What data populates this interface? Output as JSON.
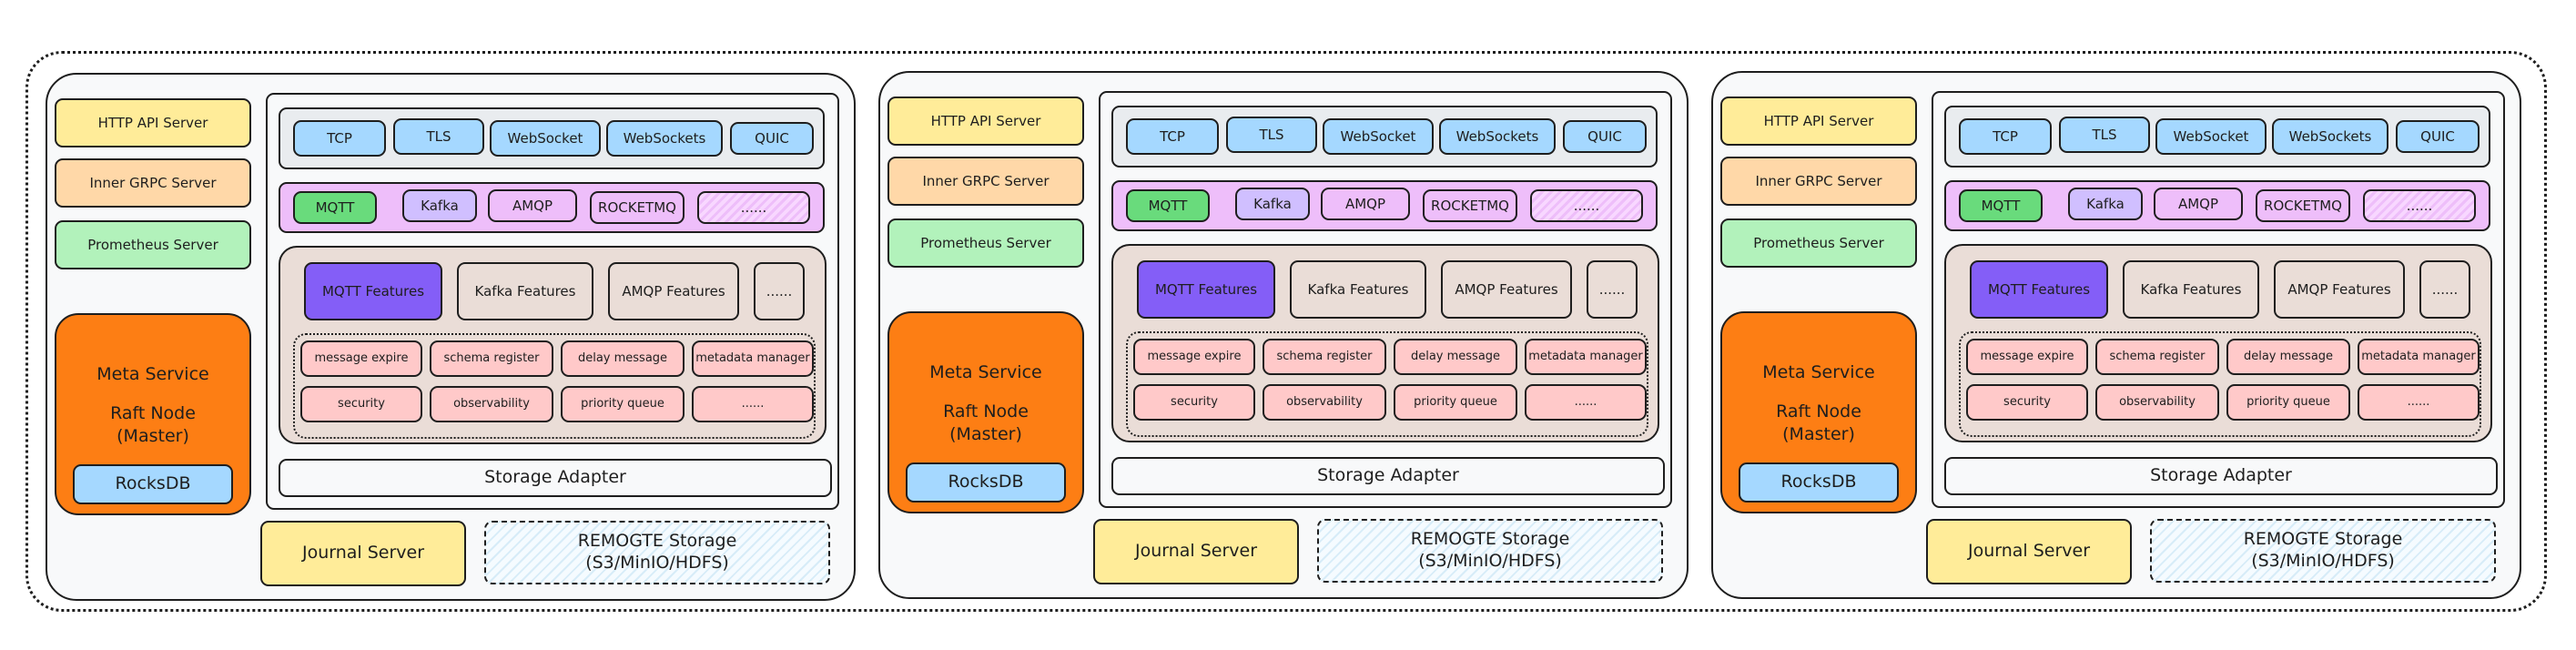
{
  "node": {
    "servers": {
      "http": "HTTP API Server",
      "grpc": "Inner GRPC Server",
      "prometheus": "Prometheus Server"
    },
    "meta": {
      "title": "Meta Service",
      "raft_line1": "Raft Node",
      "raft_line2": "(Master)",
      "rocksdb": "RocksDB"
    },
    "network": [
      "TCP",
      "TLS",
      "WebSocket",
      "WebSockets",
      "QUIC"
    ],
    "protocols": [
      "MQTT",
      "Kafka",
      "AMQP",
      "ROCKETMQ",
      "......"
    ],
    "features": [
      "MQTT Features",
      "Kafka  Features",
      "AMQP Features",
      "......"
    ],
    "capabilities": [
      "message expire",
      "schema register",
      "delay message",
      "metadata manager",
      "security",
      "observability",
      "priority queue",
      "......"
    ],
    "storage_adapter": "Storage Adapter",
    "journal": "Journal Server",
    "remote_line1": "REMOGTE Storage",
    "remote_line2": "(S3/MinIO/HDFS)"
  },
  "colors": {
    "meta": "#fd7e14",
    "server_http": "#ffec99",
    "server_grpc": "#ffd8a8",
    "server_prometheus": "#b2f2bb",
    "network": "#a5d8ff",
    "protocol_bar": "#eebefa",
    "mqtt": "#69db7c",
    "mqtt_features": "#845ef7",
    "features_bg": "#eaddd7",
    "capability": "#ffc9c9"
  }
}
